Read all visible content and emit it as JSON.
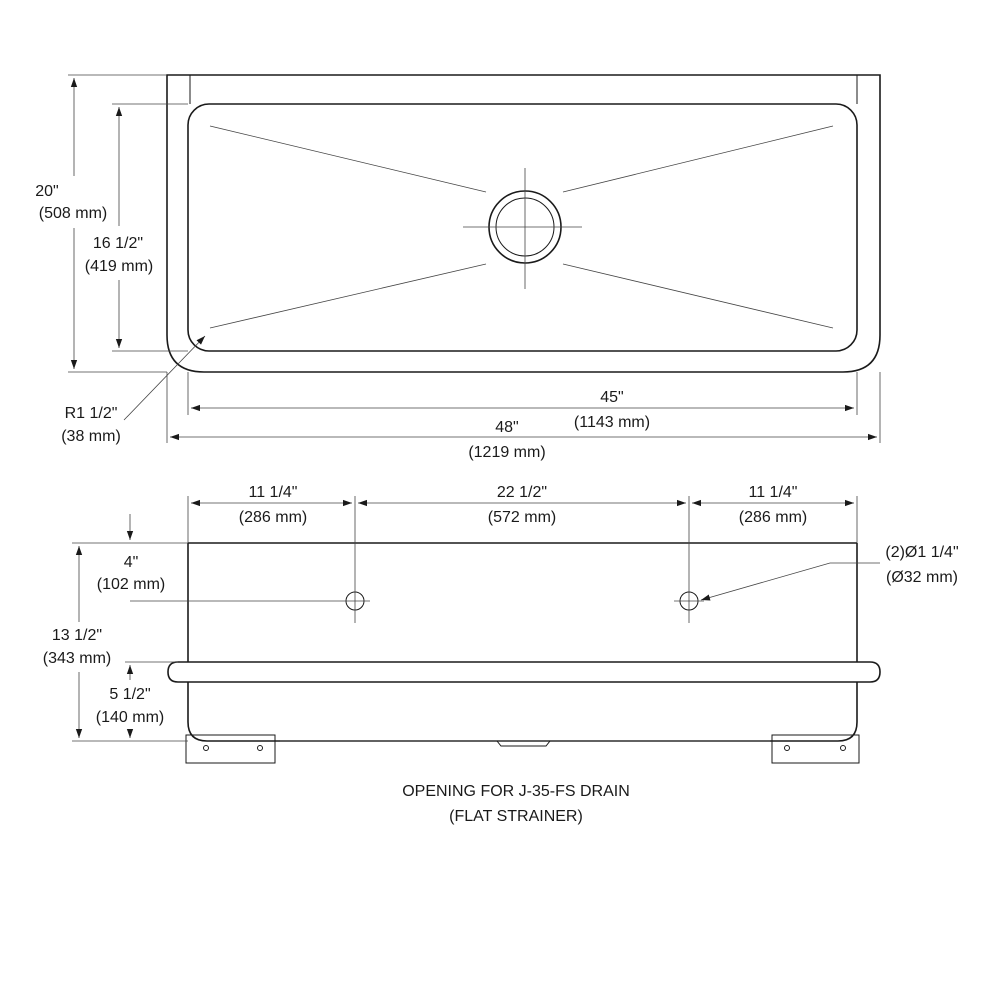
{
  "top_view": {
    "overall_depth": {
      "in": "20\"",
      "mm": "(508 mm)"
    },
    "bowl_depth": {
      "in": "16 1/2\"",
      "mm": "(419 mm)"
    },
    "corner_radius": {
      "in": "R1 1/2\"",
      "mm": "(38 mm)"
    },
    "bowl_width": {
      "in": "45\"",
      "mm": "(1143 mm)"
    },
    "overall_width": {
      "in": "48\"",
      "mm": "(1219 mm)"
    }
  },
  "front_view": {
    "left_spacing": {
      "in": "11 1/4\"",
      "mm": "(286 mm)"
    },
    "center_spacing": {
      "in": "22 1/2\"",
      "mm": "(572 mm)"
    },
    "right_spacing": {
      "in": "11 1/4\"",
      "mm": "(286 mm)"
    },
    "hole_height": {
      "in": "4\"",
      "mm": "(102 mm)"
    },
    "overall_height": {
      "in": "13 1/2\"",
      "mm": "(343 mm)"
    },
    "bowl_height": {
      "in": "5 1/2\"",
      "mm": "(140 mm)"
    },
    "holes": {
      "in": "(2)Ø1 1/4\"",
      "mm": "(Ø32 mm)"
    }
  },
  "caption": {
    "line1": "OPENING FOR J-35-FS DRAIN",
    "line2": "(FLAT STRAINER)"
  }
}
